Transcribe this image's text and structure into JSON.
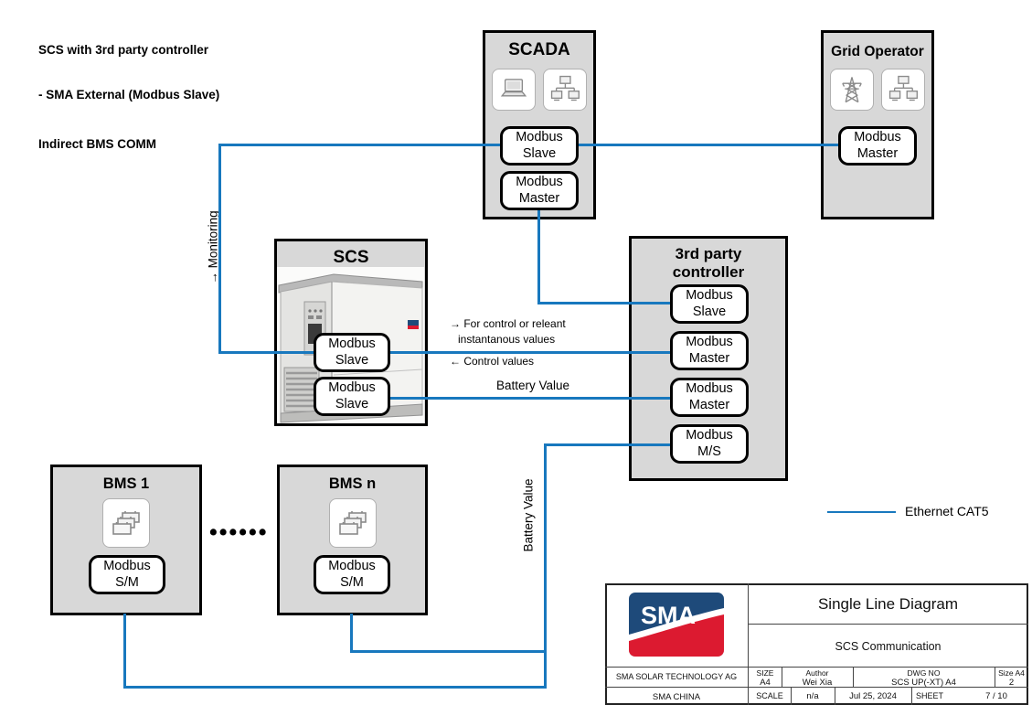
{
  "notes": {
    "line1": "SCS with 3rd party controller",
    "line2": "- SMA External (Modbus Slave)",
    "line3": "Indirect BMS COMM"
  },
  "colors": {
    "ethernet_blue": "#1878be",
    "node_gray": "#d8d8d8",
    "logo_blue": "#1e4a7a",
    "logo_red": "#dc1a30"
  },
  "nodes": {
    "scada": {
      "title": "SCADA",
      "icons": [
        "laptop-icon",
        "network-monitors-icon"
      ],
      "ports": [
        "Modbus\nSlave",
        "Modbus\nMaster"
      ]
    },
    "grid_operator": {
      "title": "Grid Operator",
      "icons": [
        "power-tower-icon",
        "network-monitors-icon"
      ],
      "ports": [
        "Modbus\nMaster"
      ]
    },
    "scs": {
      "title": "SCS",
      "ports": [
        "Modbus\nSlave",
        "Modbus\nSlave"
      ]
    },
    "third_party": {
      "title": "3rd party\ncontroller",
      "ports": [
        "Modbus\nSlave",
        "Modbus\nMaster",
        "Modbus\nMaster",
        "Modbus\nM/S"
      ]
    },
    "bms1": {
      "title": "BMS 1",
      "icons": [
        "battery-stack-icon"
      ],
      "ports": [
        "Modbus\nS/M"
      ]
    },
    "bmsn": {
      "title": "BMS n",
      "icons": [
        "battery-stack-icon"
      ],
      "ports": [
        "Modbus\nS/M"
      ]
    }
  },
  "annotations": {
    "monitoring": "→ Monitoring",
    "control_line1": "→ For control or releant",
    "control_line2": "instantanous values",
    "control_values": "← Control values",
    "battery_value_h": "Battery Value",
    "battery_value_v": "Battery Value",
    "dots": "••••••"
  },
  "legend": {
    "label": "Ethernet CAT5"
  },
  "titleblock": {
    "logo_text": "SMA",
    "title": "Single Line Diagram",
    "subtitle": "SCS Communication",
    "company1": "SMA SOLAR TECHNOLOGY AG",
    "company2": "SMA CHINA",
    "size_label": "SIZE",
    "size_value": "A4",
    "author_label": "Author",
    "author_value": "Wei Xia",
    "dwg_label": "DWG NO",
    "dwg_value": "SCS UP(-XT) A4",
    "size_a4_label": "Size A4",
    "size_a4_value": "2",
    "scale_label": "SCALE",
    "scale_value": "n/a",
    "date": "Jul 25, 2024",
    "sheet_label": "SHEET",
    "sheet_value": "7 / 10"
  }
}
